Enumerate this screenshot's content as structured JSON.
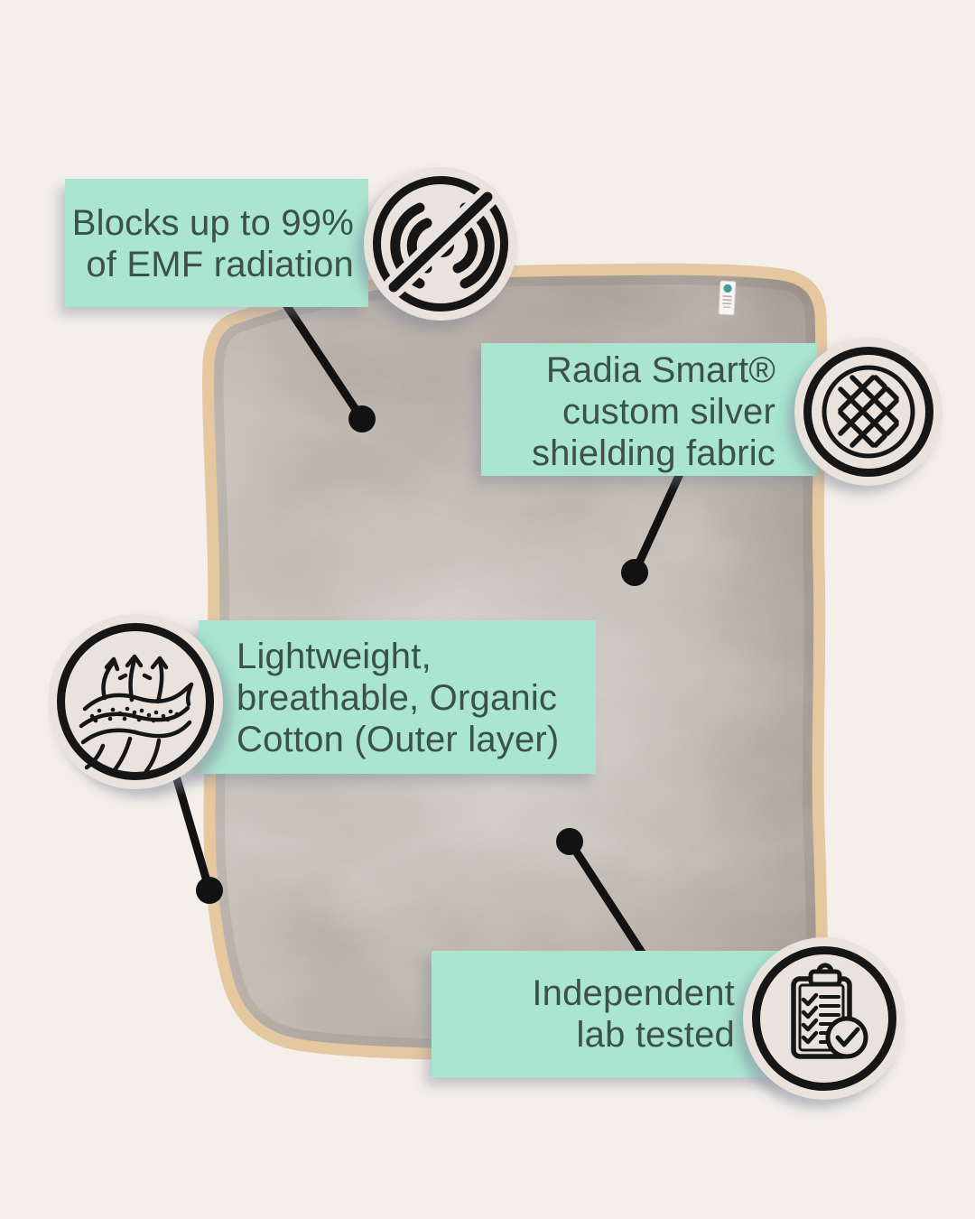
{
  "callouts": [
    {
      "id": "emf-blocking",
      "lines": [
        "Blocks up to 99%",
        "of EMF radiation"
      ],
      "icon": "no-emf-signal-icon"
    },
    {
      "id": "silver-fabric",
      "lines": [
        "Radia Smart®",
        "custom silver",
        "shielding fabric"
      ],
      "icon": "fabric-weave-icon"
    },
    {
      "id": "organic-cotton",
      "lines": [
        "Lightweight,",
        "breathable, Organic",
        "Cotton (Outer layer)"
      ],
      "icon": "breathable-fabric-icon"
    },
    {
      "id": "lab-tested",
      "lines": [
        "Independent",
        "lab tested"
      ],
      "icon": "clipboard-check-icon"
    }
  ],
  "colors": {
    "background": "#f4efea",
    "label_mint": "#a9e5d1",
    "label_text": "#3c5147",
    "badge_fill": "#eae2dc",
    "badge_ring": "#161616",
    "blanket_fabric": "#b4aba2",
    "blanket_binding": "#e5c7a0",
    "leader_line": "#121212",
    "care_tag_logo_teal": "#3f9e9b"
  }
}
